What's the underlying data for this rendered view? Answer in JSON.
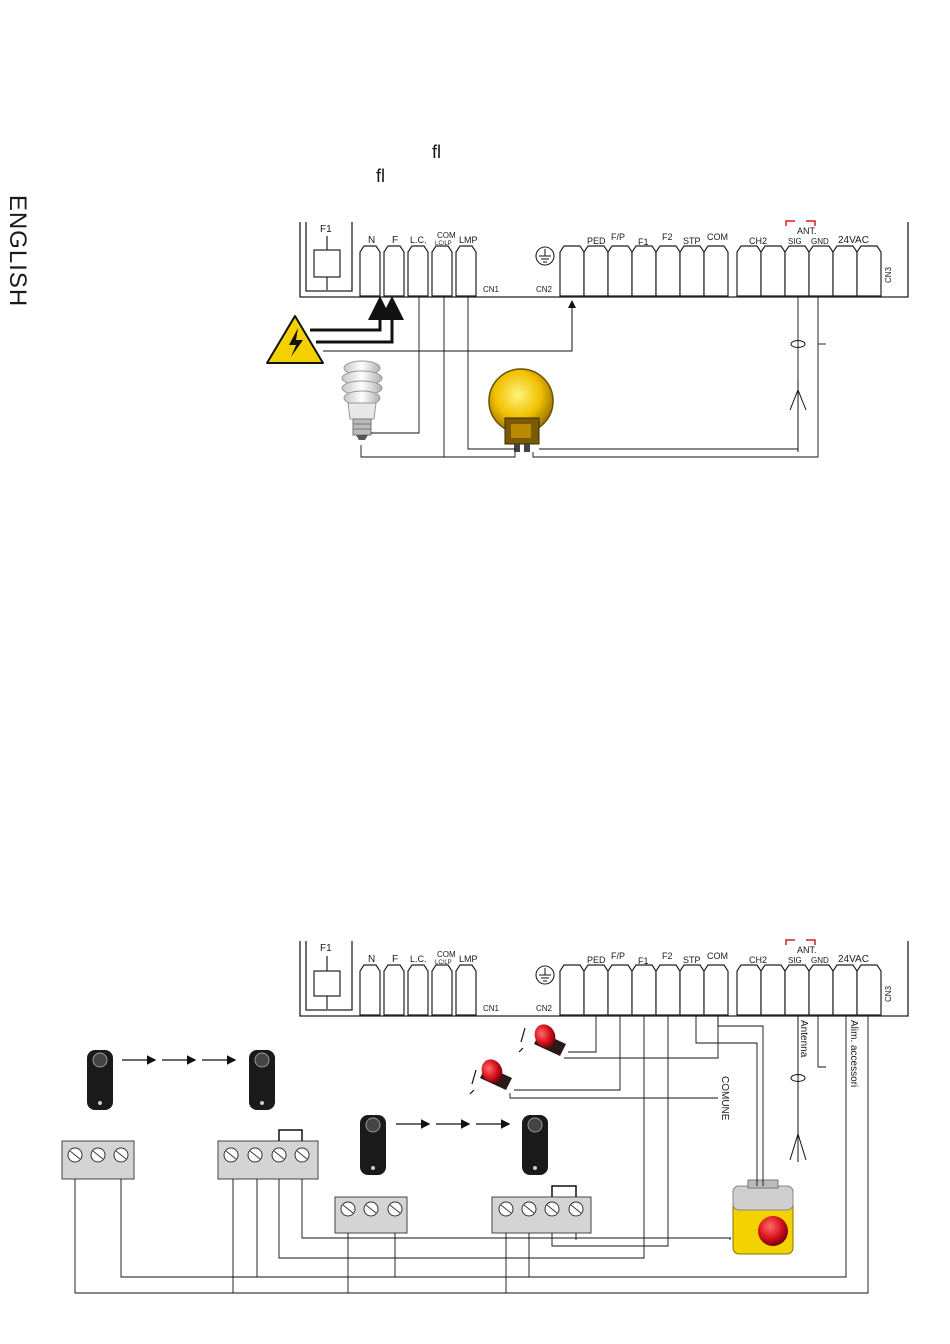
{
  "side_label": "ENGLISH",
  "glyphs": {
    "g1": "fl",
    "g2": "fl"
  },
  "terminals": {
    "fuse": "F1",
    "n": "N",
    "f": "F",
    "lc": "L.C.",
    "com_top": "COM",
    "com_sub": "LC/LP",
    "lmp": "LMP",
    "cn1": "CN1",
    "cn2": "CN2",
    "cn3": "CN3",
    "ped": "PED",
    "fp": "F/P",
    "f1": "F1",
    "f2": "F2",
    "stp": "STP",
    "com": "COM",
    "ch2": "CH2",
    "ant": "ANT.",
    "sig": "SIG",
    "gnd": "GND",
    "vac": "24VAC"
  },
  "bottom_labels": {
    "antenna": "Antenna",
    "alim": "Alim. accessori",
    "comune": "COMUNE"
  },
  "colors": {
    "hazard": "#f5d000",
    "lamp": "#f0c000",
    "stop_button": "#d8141e",
    "push_button": "#c4141a"
  }
}
